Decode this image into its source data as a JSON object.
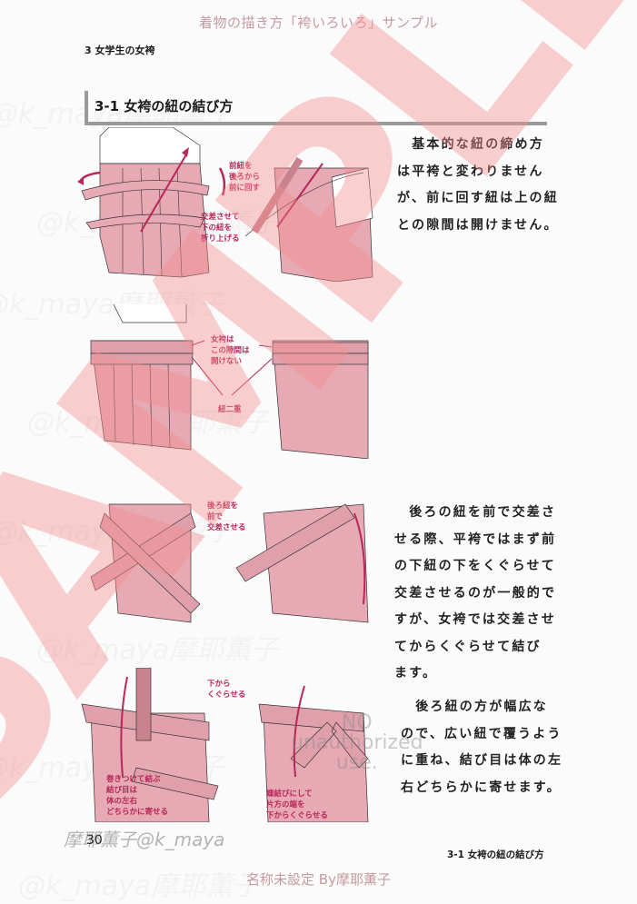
{
  "header": {
    "running_title": "着物の描き方「袴いろいろ」サンプル",
    "chapter": "3 女学生の女袴"
  },
  "section": {
    "title": "3-1 女袴の紐の結び方"
  },
  "paragraphs": [
    "　基本的な紐の締め方\nは平袴と変わりません\nが、前に回す紐は上の紐\nとの隙間は開けません。",
    "　後ろの紐を前で交差さ\nせる際、平袴ではまず前\nの下紐の下をくぐらせて\n交差させるのが一般的で\nすが、女袴では交差させ\nてからくぐらせて結び\nます。",
    "　後ろ紐の方が幅広な\nので、広い紐で覆うよう\nに重ね、結び目は体の左\n右どちらかに寄せます。"
  ],
  "figures": [
    {
      "labels": [
        "前紐を\n後ろから\n前に回す",
        "交差させて\n下の紐を\n折り上げる"
      ]
    },
    {
      "labels": [
        "女袴は\nこの隙間は\n開けない",
        "紐二重"
      ]
    },
    {
      "labels": [
        "後ろ紐を\n前で\n交差させる"
      ]
    },
    {
      "labels": [
        "下から\nくぐらせる",
        "巻きつけて結ぶ\n結び目は\n体の左右\nどちらかに寄せる",
        "蝶結びにして\n片方の端を\n下からくぐらせる"
      ]
    }
  ],
  "watermarks": {
    "big_text": "SAMPLE",
    "handle": "@k_maya摩耶薫子",
    "notice": "NO\nunauthorized\nuse.",
    "signature": "摩耶薫子@k_maya"
  },
  "footer": {
    "page_number": "30",
    "section_ref": "3-1 女袴の紐の結び方",
    "credit": "名称未設定 By摩耶薫子"
  },
  "colors": {
    "accent": "#b8265a",
    "fabric": "#e7a9b3",
    "watermark": "#f3aaaa",
    "header_text": "#c59aa0"
  }
}
